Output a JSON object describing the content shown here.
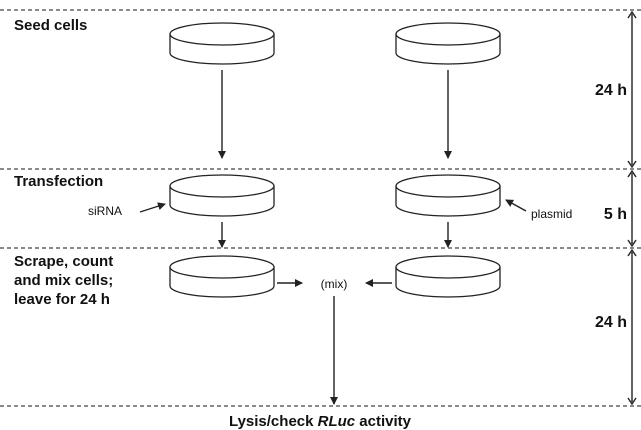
{
  "steps": {
    "seed": "Seed cells",
    "transfection": "Transfection",
    "scrape_line1": "Scrape, count",
    "scrape_line2": "and mix cells;",
    "scrape_line3": "leave for 24 h"
  },
  "durations": {
    "first": "24 h",
    "second": "5 h",
    "third": "24 h"
  },
  "labels": {
    "sirna": "siRNA",
    "plasmid": "plasmid",
    "mix": "(mix)"
  },
  "footer": {
    "prefix": "Lysis/check ",
    "emphasis": "RLuc",
    "suffix": " activity"
  }
}
